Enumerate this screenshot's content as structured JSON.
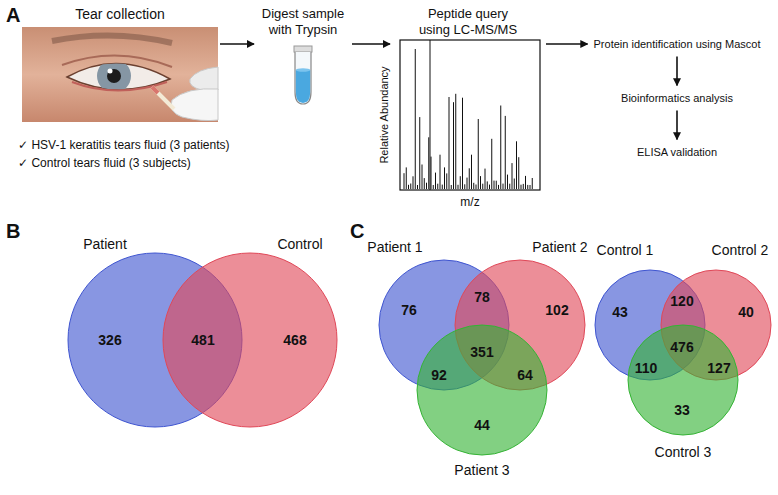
{
  "diagram": {
    "nodes": [
      {
        "text": [
          "Tear collection"
        ]
      },
      {
        "text": [
          "Digest sample with Trypsin"
        ]
      },
      {
        "text": [
          "Peptide query using LC-MS/MS"
        ]
      },
      {
        "text": [
          "Protein identification using Mascot"
        ]
      },
      {
        "text": [
          "Bioinformatics analysis"
        ]
      },
      {
        "text": [
          "ELISA validation"
        ]
      },
      {
        "text": [
          "Patient",
          "326"
        ]
      },
      {
        "text": [
          "Control",
          "468"
        ]
      },
      {
        "text": [
          "Patient 1",
          "76"
        ]
      },
      {
        "text": [
          "Patient 2",
          "102"
        ]
      },
      {
        "text": [
          "Patient 3",
          "44"
        ]
      },
      {
        "text": [
          "Control 1",
          "43"
        ]
      },
      {
        "text": [
          "Control 2",
          "40"
        ]
      },
      {
        "text": [
          "Control 3",
          "33"
        ]
      }
    ],
    "edges": [
      {
        "from": 0,
        "to": 1,
        "arrow": "to"
      },
      {
        "from": 1,
        "to": 2,
        "arrow": "to"
      },
      {
        "from": 2,
        "to": 3,
        "arrow": "to"
      },
      {
        "from": 3,
        "to": 4,
        "arrow": "to"
      },
      {
        "from": 4,
        "to": 5,
        "arrow": "to"
      }
    ],
    "labels": [
      "A",
      "✓ HSV-1 keratitis tears fluid (3 patients)",
      "✓ Control tears fluid (3 subjects)",
      "Relative Abundancy",
      "m/z",
      "B",
      "481",
      "C",
      "78",
      "351",
      "92",
      "64",
      "120",
      "476",
      "110",
      "127"
    ]
  }
}
